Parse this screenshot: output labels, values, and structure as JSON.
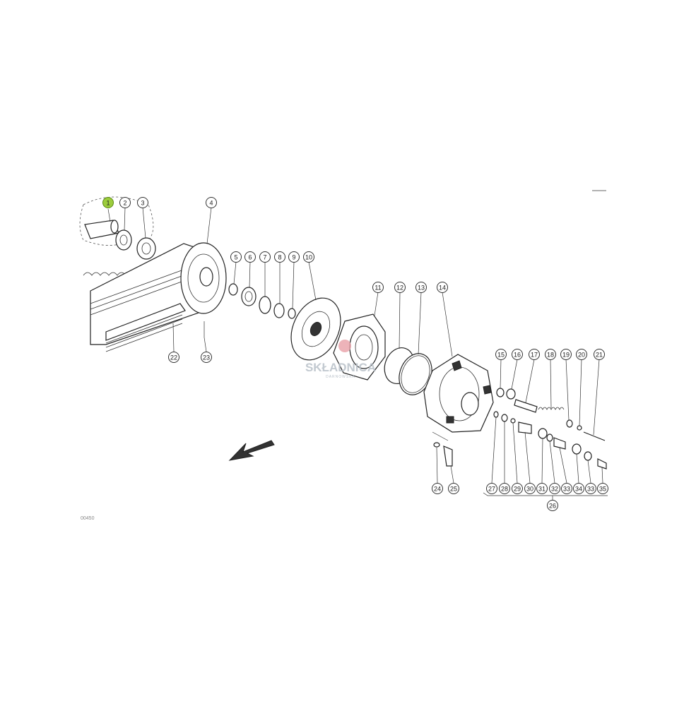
{
  "watermark": {
    "name": "SKŁADNICA",
    "sub": "DARNOWSKA"
  },
  "callouts": [
    "1",
    "2",
    "3",
    "4",
    "5",
    "6",
    "7",
    "8",
    "9",
    "10",
    "11",
    "12",
    "13",
    "14",
    "15",
    "16",
    "17",
    "18",
    "19",
    "20",
    "21",
    "22",
    "23",
    "24",
    "25",
    "26",
    "27",
    "28",
    "29",
    "30",
    "31",
    "32",
    "33",
    "34",
    "33",
    "35"
  ],
  "corner_code": "00450",
  "colors": {
    "highlight": "#9ccc3c",
    "line": "#222222"
  }
}
